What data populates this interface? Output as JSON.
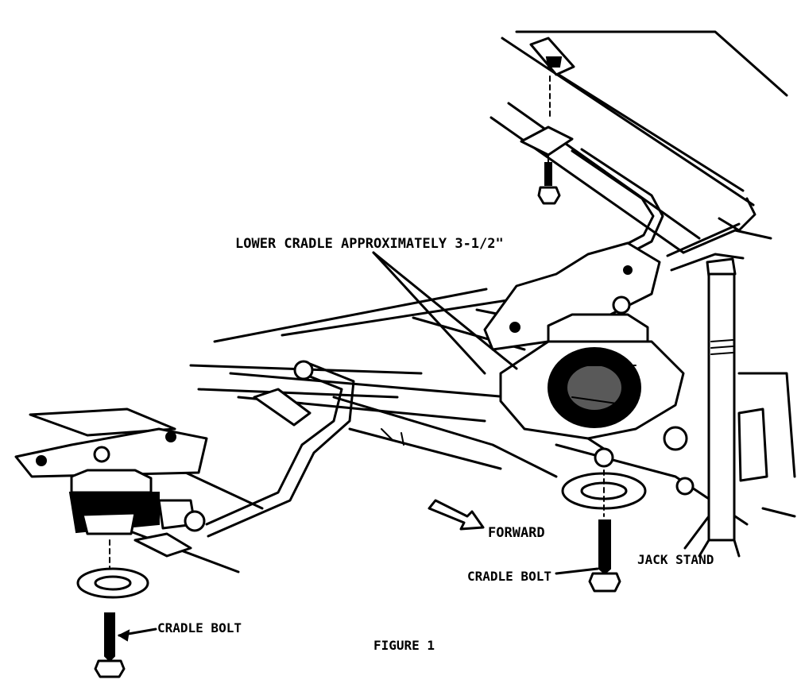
{
  "labels": {
    "lower_cradle": "LOWER CRADLE APPROXIMATELY 3-1/2\"",
    "forward": "FORWARD",
    "cradle_bolt_right": "CRADLE BOLT",
    "cradle_bolt_left": "CRADLE BOLT",
    "jack_stand": "JACK STAND",
    "figure": "FIGURE 1"
  }
}
